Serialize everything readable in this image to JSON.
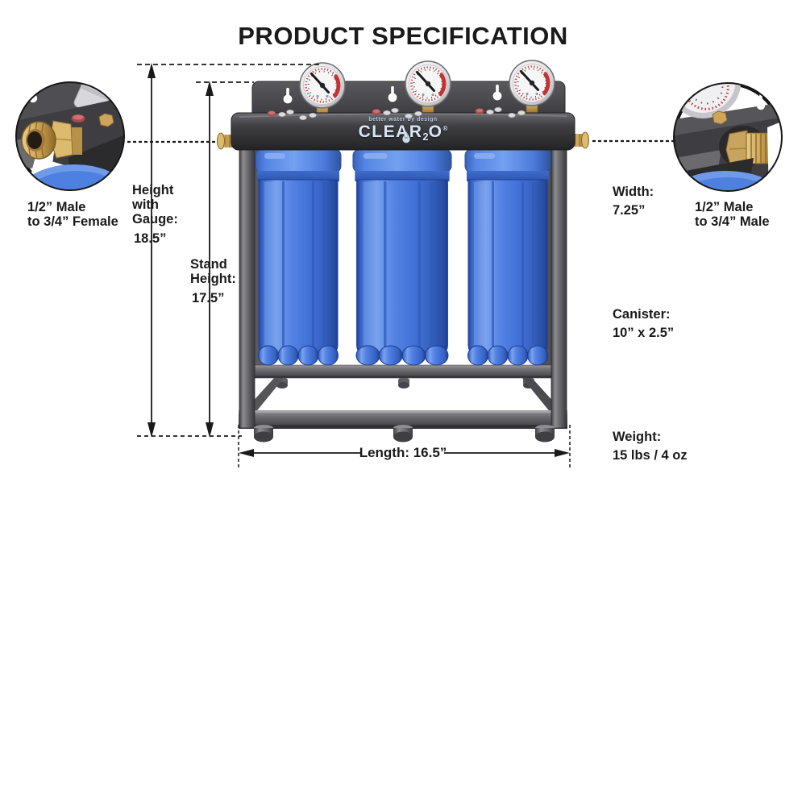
{
  "title": "PRODUCT SPECIFICATION",
  "logo": {
    "tagline": "better water by design",
    "prefix": "CLEAR",
    "subscript": "2",
    "suffix": "O",
    "registered": "®"
  },
  "callouts": {
    "left": {
      "label": "1/2” Male\nto 3/4” Female"
    },
    "right": {
      "label": "1/2” Male\nto 3/4” Male"
    }
  },
  "dimensions": {
    "height_with_gauge": {
      "label": "Height\nwith\nGauge:",
      "value": "18.5”"
    },
    "stand_height": {
      "label": "Stand\nHeight:",
      "value": "17.5”"
    },
    "width": {
      "label": "Width:",
      "value": "7.25”"
    },
    "canister": {
      "label": "Canister:",
      "value": "10” x 2.5”"
    },
    "weight": {
      "label": "Weight:",
      "value": "15 lbs / 4 oz"
    },
    "length": {
      "label": "Length: 16.5”"
    }
  },
  "colors": {
    "canister_blue": "#4777DD",
    "frame_gray": "#6B6B6F",
    "bracket_black": "#333336",
    "brass": "#C9A45E",
    "gauge_red": "#C23434",
    "logo_blue": "#D6E7F7"
  }
}
